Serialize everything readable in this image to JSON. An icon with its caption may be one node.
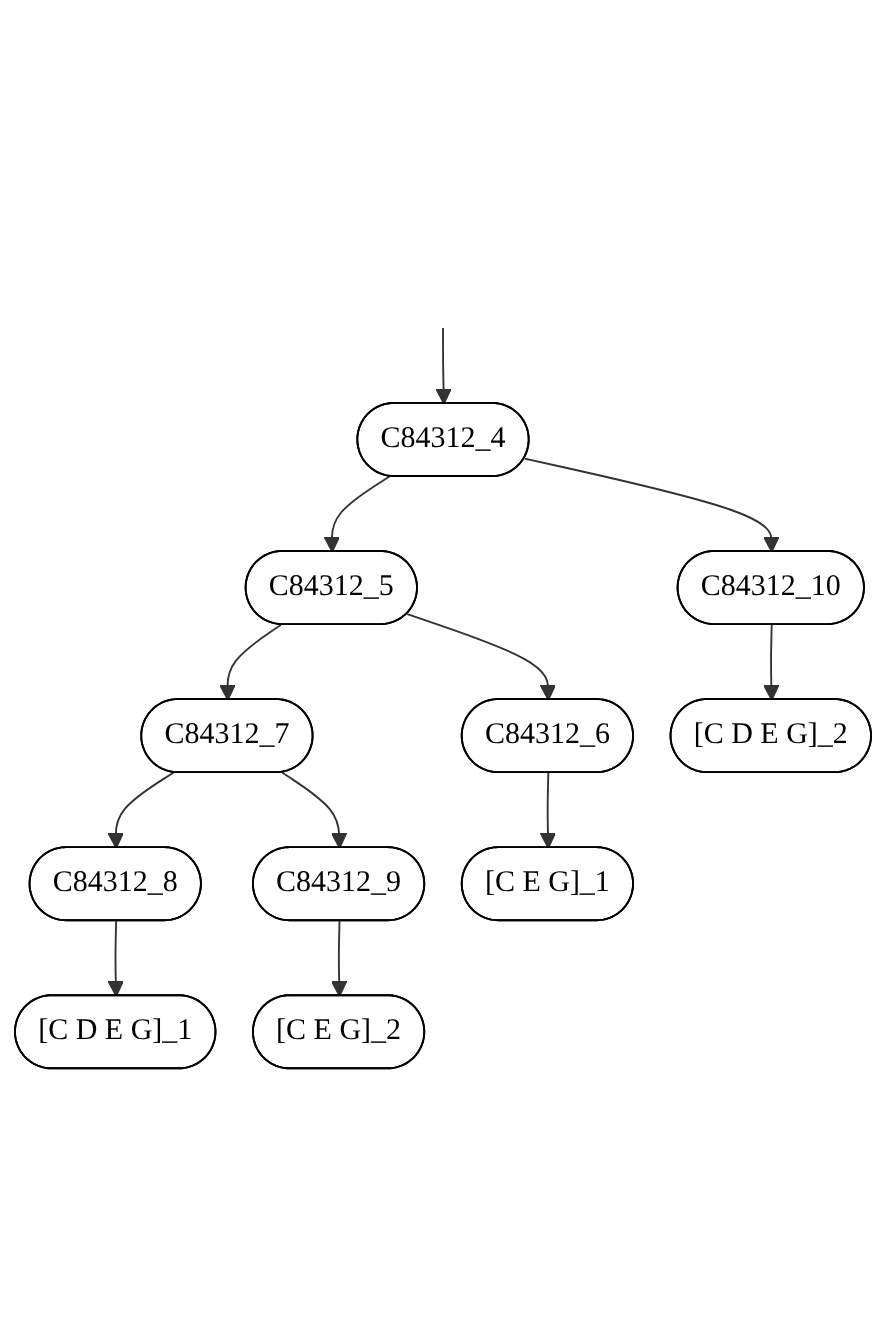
{
  "diagram": {
    "nodes": [
      {
        "text": [
          "C84312_4"
        ]
      },
      {
        "text": [
          "C84312_5"
        ]
      },
      {
        "text": [
          "C84312_10"
        ]
      },
      {
        "text": [
          "C84312_6"
        ]
      },
      {
        "text": [
          "C84312_7"
        ]
      },
      {
        "text": [
          "C84312_8"
        ]
      },
      {
        "text": [
          "C84312_9"
        ]
      },
      {
        "text": [
          "[C E G]_1"
        ]
      },
      {
        "text": [
          "[C D E G]_1"
        ]
      },
      {
        "text": [
          "[C E G]_2"
        ]
      },
      {
        "text": [
          "[C D E G]_2"
        ]
      }
    ],
    "edges": [
      {
        "from": null,
        "to": 0,
        "arrow": "to"
      },
      {
        "from": 0,
        "to": 1,
        "arrow": "to"
      },
      {
        "from": 0,
        "to": 2,
        "arrow": "to"
      },
      {
        "from": 1,
        "to": 3,
        "arrow": "to"
      },
      {
        "from": 1,
        "to": 4,
        "arrow": "to"
      },
      {
        "from": 4,
        "to": 5,
        "arrow": "to"
      },
      {
        "from": 4,
        "to": 6,
        "arrow": "to"
      },
      {
        "from": 3,
        "to": 7,
        "arrow": "to"
      },
      {
        "from": 5,
        "to": 8,
        "arrow": "to"
      },
      {
        "from": 6,
        "to": 9,
        "arrow": "to"
      },
      {
        "from": 2,
        "to": 10,
        "arrow": "to"
      }
    ]
  }
}
